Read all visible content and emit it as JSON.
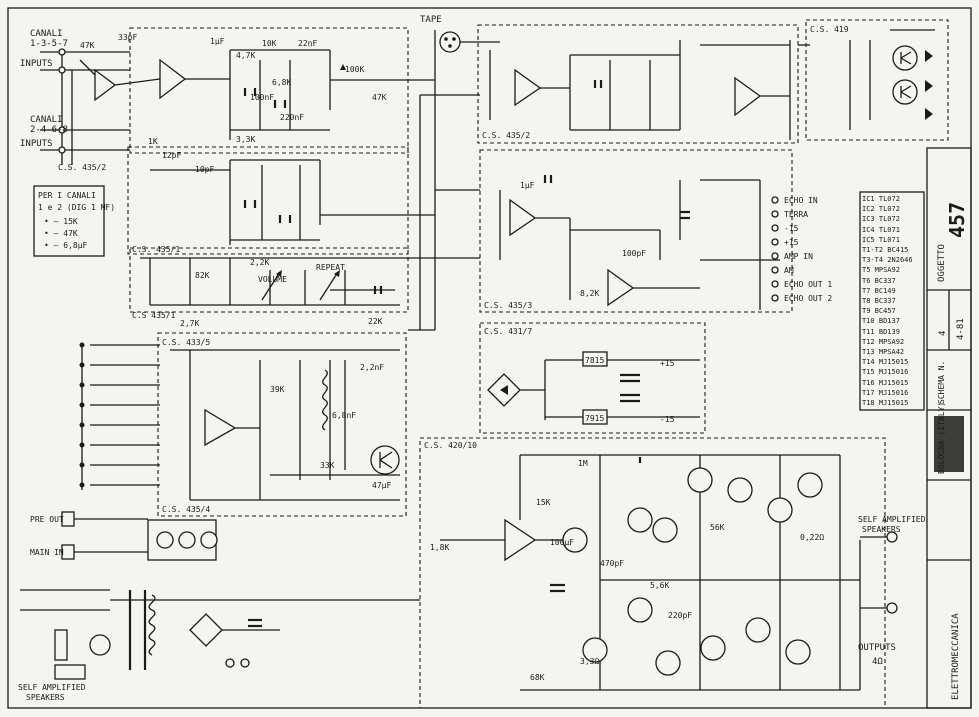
{
  "top": {
    "tape": "TAPE"
  },
  "inputs": {
    "canali_1": "CANALI",
    "canali_1_nums": "1-3-5-7",
    "inputs_1": "INPUTS",
    "canali_2": "CANALI",
    "canali_2_nums": "2-4-6-8",
    "inputs_2": "INPUTS"
  },
  "per_canali": {
    "line1": "PER I CANALI",
    "line2": "1 e 2 (DIG 1 MF)",
    "line3": "• – 15K",
    "line4": "• – 47K",
    "line5": "• – 6,8µF"
  },
  "boards": {
    "b1": "C.S. 435/2",
    "b2": "C.S. 435/1",
    "b3": "C.S 435/1",
    "b4": "C.S. 435/2",
    "b5": "C.S. 435/3",
    "b6": "C.S. 433/5",
    "b7": "C.S. 435/4",
    "b8": "C.S. 431/7",
    "b9": "C.S. 420/10",
    "b10": "C.S. 419"
  },
  "controls": {
    "volume": "VOLUME",
    "repeat": "REPEAT"
  },
  "connectors": [
    "ECHO IN",
    "TERRA",
    "-15",
    "+15",
    "AMP IN",
    "AM",
    "ECHO OUT 1",
    "ECHO OUT 2"
  ],
  "rails": {
    "pos": "+15",
    "neg": "-15",
    "reg1": "7815",
    "reg2": "7915"
  },
  "left": {
    "pre_out": "PRE OUT",
    "main_in": "MAIN IN",
    "speakers_1": "SELF AMPLIFIED",
    "speakers_2": "SPEAKERS"
  },
  "outputs": {
    "label": "OUTPUTS",
    "value": "4Ω",
    "self": "SELF AMPLIFIED",
    "self2": "SPEAKERS"
  },
  "components": [
    "47K",
    "33pF",
    "1µF",
    "10K",
    "4,7K",
    "100nF",
    "22nF",
    "6,8K",
    "220nF",
    "47K",
    "1K",
    "3,3K",
    "82K",
    "100K",
    "22K",
    "10pF",
    "12pF",
    "2,2K",
    "1,8K",
    "47µF",
    "470pF",
    "100µF",
    "1µF",
    "33K",
    "8,2K",
    "3,3Ω",
    "100pF",
    "2,2nF",
    "39K",
    "6,8nF",
    "1M",
    "5,6K",
    "56K",
    "68K",
    "2,7K",
    "15K",
    "0,22Ω",
    "220pF"
  ],
  "parts_table": [
    {
      "ref": "IC1",
      "part": "TL072"
    },
    {
      "ref": "IC2",
      "part": "TL072"
    },
    {
      "ref": "IC3",
      "part": "TL072"
    },
    {
      "ref": "IC4",
      "part": "TL071"
    },
    {
      "ref": "IC5",
      "part": "TL071"
    },
    {
      "ref": "T1-T2",
      "part": "BC415"
    },
    {
      "ref": "T3-T4",
      "part": "2N2646"
    },
    {
      "ref": "T5",
      "part": "MPSA92"
    },
    {
      "ref": "T6",
      "part": "BC337"
    },
    {
      "ref": "T7",
      "part": "BC149"
    },
    {
      "ref": "T8",
      "part": "BC337"
    },
    {
      "ref": "T9",
      "part": "BC457"
    },
    {
      "ref": "T10",
      "part": "BD137"
    },
    {
      "ref": "T11",
      "part": "BD139"
    },
    {
      "ref": "T12",
      "part": "MPSA92"
    },
    {
      "ref": "T13",
      "part": "MPSA42"
    },
    {
      "ref": "T14",
      "part": "MJ15015"
    },
    {
      "ref": "T15",
      "part": "MJ15016"
    },
    {
      "ref": "T16",
      "part": "MJ15015"
    },
    {
      "ref": "T17",
      "part": "MJ15016"
    },
    {
      "ref": "T18",
      "part": "MJ15015"
    }
  ],
  "title_block": {
    "oggetto": "OGGETTO",
    "number": "457",
    "sheet_label": "SCHEMA N.",
    "sheet": "4",
    "date": "4-81",
    "city": "BOLOGNA (ITALY)",
    "company": "ELETTROMECCANICA"
  }
}
